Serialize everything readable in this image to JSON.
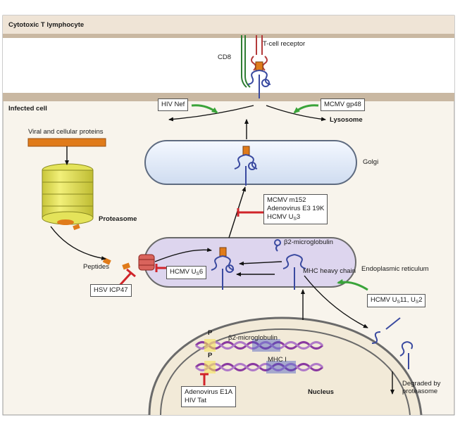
{
  "regions": {
    "ctl": "Cytotoxic T lymphocyte",
    "infected": "Infected cell"
  },
  "labels": {
    "cd8": "CD8",
    "tcr": "T-cell receptor",
    "lysosome": "Lysosome",
    "golgi": "Golgi",
    "viral_proteins": "Viral and cellular proteins",
    "proteasome": "Proteasome",
    "peptides": "Peptides",
    "b2m_er": "β2-microglobulin",
    "mhc_heavy": "MHC heavy chain",
    "er": "Endoplasmic reticulum",
    "nucleus": "Nucleus",
    "degraded_1": "Degraded by",
    "degraded_2": "proteasome",
    "gene_b2m": "β2-microglobulin",
    "gene_mhc": "MHC I",
    "p1": "P",
    "p2": "P"
  },
  "inhibitors": {
    "hiv_nef": "HIV Nef",
    "mcmv_gp48": "MCMV gp48",
    "golgi_box": [
      "MCMV m152",
      "Adenovirus E3 19K"
    ],
    "hcmv_us3": {
      "main": "HCMV U",
      "sub": "S",
      "end": "3"
    },
    "hcmv_us6": {
      "main": "HCMV U",
      "sub": "S",
      "end": "6"
    },
    "hsv_icp47": "HSV ICP47",
    "hcmv_us11": {
      "main": "HCMV U",
      "sub": "S",
      "mid": "11, U",
      "sub2": "S",
      "end": "2"
    },
    "nucleus_box": [
      "Adenovirus E1A",
      "HIV Tat"
    ]
  },
  "colors": {
    "membrane": "#c9b8a2",
    "cytoplasm": "#f8f4ec",
    "er_fill": "#ddd5ee",
    "er_stroke": "#6a6a6a",
    "mhc": "#3a4aa0",
    "peptide": "#e07b1a",
    "inhibit": "#d0242a",
    "green": "#3aa43a",
    "proteasome": "#e4e35a"
  }
}
